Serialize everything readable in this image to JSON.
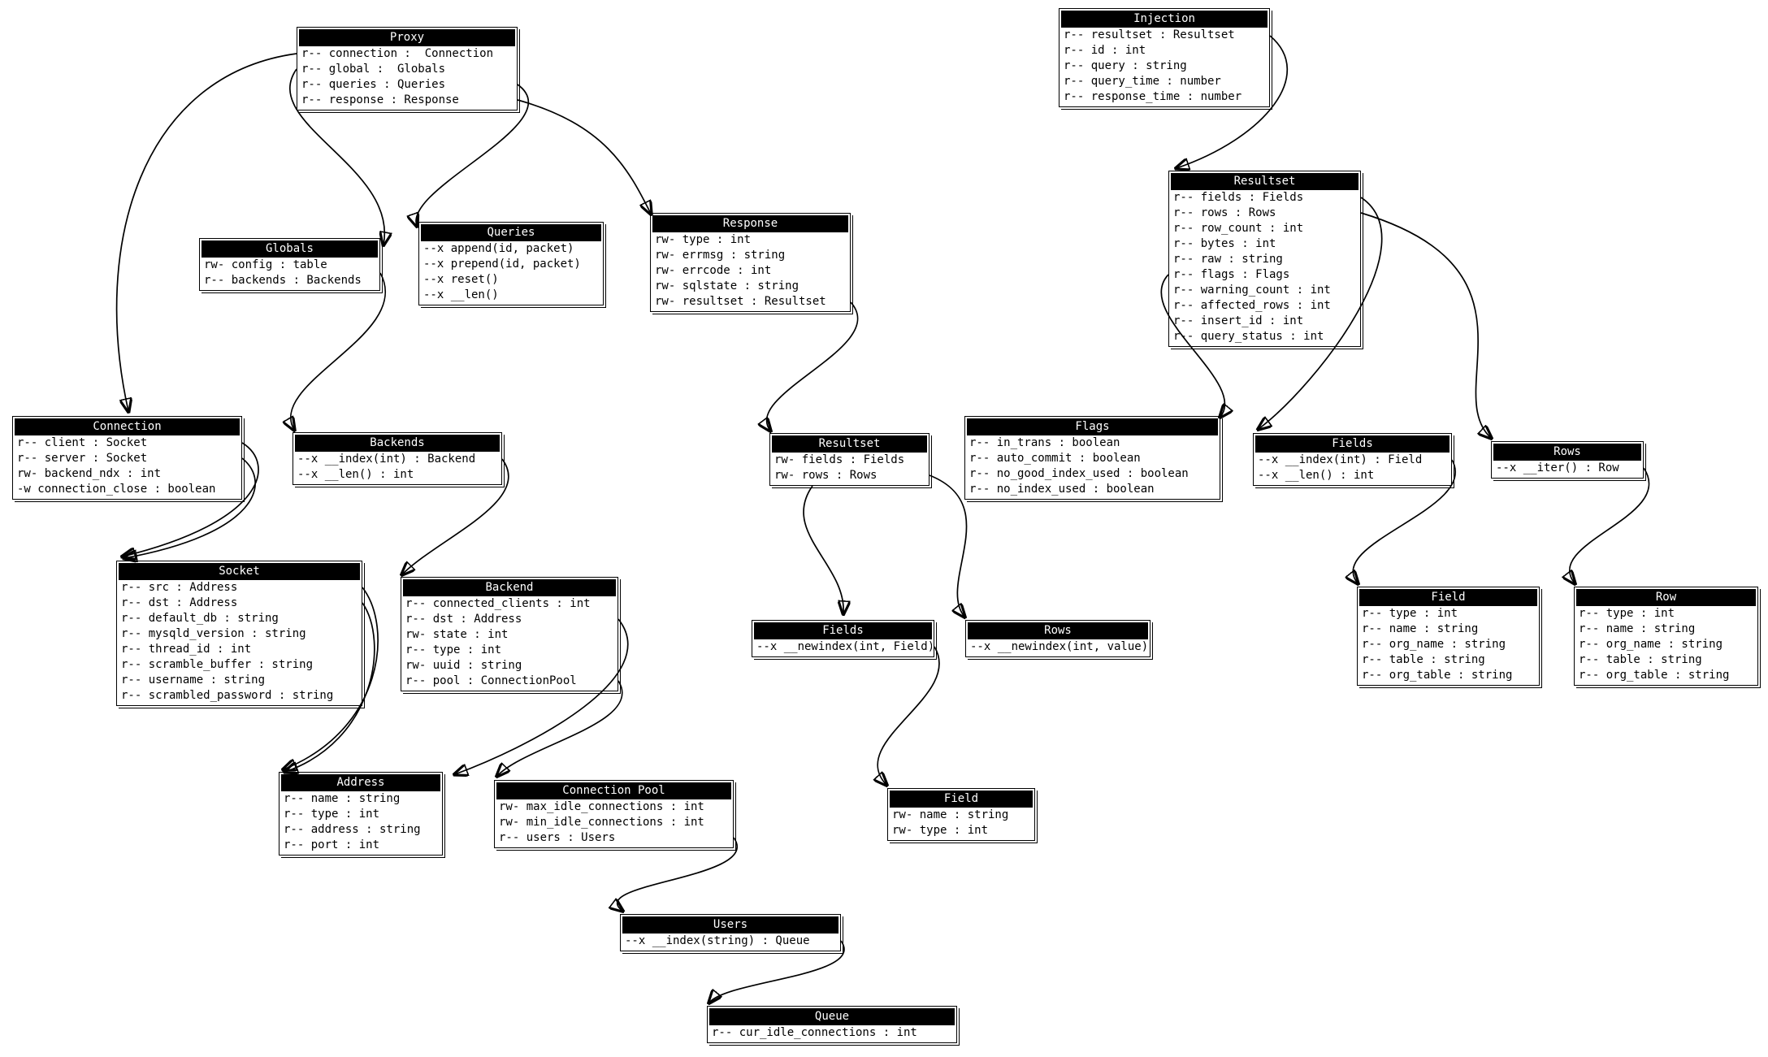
{
  "colors": {
    "page_bg": "#ffffff",
    "box_bg": "#ffffff",
    "box_border": "#000000",
    "title_bg": "#000000",
    "title_fg": "#ffffff",
    "edge": "#000000"
  },
  "nodes": {
    "proxy": {
      "title": "Proxy",
      "members": [
        "r-- connection :  Connection",
        "r-- global :  Globals",
        "r-- queries : Queries",
        "r-- response : Response"
      ]
    },
    "injection": {
      "title": "Injection",
      "members": [
        "r-- resultset : Resultset",
        "r-- id : int",
        "r-- query : string",
        "r-- query_time : number",
        "r-- response_time : number"
      ]
    },
    "globals": {
      "title": "Globals",
      "members": [
        "rw- config : table",
        "r-- backends : Backends"
      ]
    },
    "queries": {
      "title": "Queries",
      "members": [
        "--x append(id, packet)",
        "--x prepend(id, packet)",
        "--x reset()",
        "--x __len()"
      ]
    },
    "response": {
      "title": "Response",
      "members": [
        "rw- type : int",
        "rw- errmsg : string",
        "rw- errcode : int",
        "rw- sqlstate : string",
        "rw- resultset : Resultset"
      ]
    },
    "resultset_main": {
      "title": "Resultset",
      "members": [
        "r-- fields : Fields",
        "r-- rows : Rows",
        "r-- row_count : int",
        "r-- bytes : int",
        "r-- raw : string",
        "r-- flags : Flags",
        "r-- warning_count : int",
        "r-- affected_rows : int",
        "r-- insert_id : int",
        "r-- query_status : int"
      ]
    },
    "connection": {
      "title": "Connection",
      "members": [
        "r-- client : Socket",
        "r-- server : Socket",
        "rw- backend_ndx : int",
        "-w connection_close : boolean"
      ]
    },
    "backends": {
      "title": "Backends",
      "members": [
        "--x __index(int) : Backend",
        "--x __len() : int"
      ]
    },
    "resultset_rw": {
      "title": "Resultset",
      "members": [
        "rw- fields : Fields",
        "rw- rows : Rows"
      ]
    },
    "flags": {
      "title": "Flags",
      "members": [
        "r-- in_trans : boolean",
        "r-- auto_commit : boolean",
        "r-- no_good_index_used : boolean",
        "r-- no_index_used : boolean"
      ]
    },
    "fields_ro": {
      "title": "Fields",
      "members": [
        "--x __index(int) : Field",
        "--x __len() : int"
      ]
    },
    "rows_ro": {
      "title": "Rows",
      "members": [
        "--x __iter() : Row"
      ]
    },
    "socket": {
      "title": "Socket",
      "members": [
        "r-- src : Address",
        "r-- dst : Address",
        "r-- default_db : string",
        "r-- mysqld_version : string",
        "r-- thread_id : int",
        "r-- scramble_buffer : string",
        "r-- username : string",
        "r-- scrambled_password : string"
      ]
    },
    "backend": {
      "title": "Backend",
      "members": [
        "r-- connected_clients : int",
        "r-- dst : Address",
        "rw- state : int",
        "r-- type : int",
        "rw- uuid : string",
        "r-- pool : ConnectionPool"
      ]
    },
    "fields_rw": {
      "title": "Fields",
      "members": [
        "--x __newindex(int, Field)"
      ]
    },
    "rows_rw": {
      "title": "Rows",
      "members": [
        "--x __newindex(int, value)"
      ]
    },
    "field_ro": {
      "title": "Field",
      "members": [
        "r-- type : int",
        "r-- name : string",
        "r-- org_name : string",
        "r-- table : string",
        "r-- org_table : string"
      ]
    },
    "row_ro": {
      "title": "Row",
      "members": [
        "r-- type : int",
        "r-- name : string",
        "r-- org_name : string",
        "r-- table : string",
        "r-- org_table : string"
      ]
    },
    "address": {
      "title": "Address",
      "members": [
        "r-- name : string",
        "r-- type : int",
        "r-- address : string",
        "r-- port : int"
      ]
    },
    "connection_pool": {
      "title": "Connection Pool",
      "members": [
        "rw- max_idle_connections : int",
        "rw- min_idle_connections : int",
        "r-- users : Users"
      ]
    },
    "field_rw": {
      "title": "Field",
      "members": [
        "rw- name : string",
        "rw- type : int"
      ]
    },
    "users": {
      "title": "Users",
      "members": [
        "--x __index(string) : Queue"
      ]
    },
    "queue": {
      "title": "Queue",
      "members": [
        "r-- cur_idle_connections : int"
      ]
    }
  },
  "edges": [
    {
      "from": "Proxy.connection",
      "to": "Connection"
    },
    {
      "from": "Proxy.global",
      "to": "Globals"
    },
    {
      "from": "Proxy.queries",
      "to": "Queries"
    },
    {
      "from": "Proxy.response",
      "to": "Response"
    },
    {
      "from": "Injection.resultset",
      "to": "Resultset"
    },
    {
      "from": "Globals.backends",
      "to": "Backends"
    },
    {
      "from": "Response.resultset",
      "to": "Resultset (rw)"
    },
    {
      "from": "Resultset.flags",
      "to": "Flags"
    },
    {
      "from": "Resultset.fields",
      "to": "Fields"
    },
    {
      "from": "Resultset.rows",
      "to": "Rows"
    },
    {
      "from": "Connection.client",
      "to": "Socket"
    },
    {
      "from": "Connection.server",
      "to": "Socket"
    },
    {
      "from": "Backends.__index",
      "to": "Backend"
    },
    {
      "from": "Resultset (rw).fields",
      "to": "Fields (rw)"
    },
    {
      "from": "Resultset (rw).rows",
      "to": "Rows (rw)"
    },
    {
      "from": "Fields.__index",
      "to": "Field"
    },
    {
      "from": "Rows.__iter",
      "to": "Row"
    },
    {
      "from": "Socket.src",
      "to": "Address"
    },
    {
      "from": "Socket.dst",
      "to": "Address"
    },
    {
      "from": "Backend.dst",
      "to": "Address"
    },
    {
      "from": "Backend.pool",
      "to": "Connection Pool"
    },
    {
      "from": "Fields (rw).__newindex",
      "to": "Field (rw)"
    },
    {
      "from": "Connection Pool.users",
      "to": "Users"
    },
    {
      "from": "Users.__index",
      "to": "Queue"
    }
  ]
}
